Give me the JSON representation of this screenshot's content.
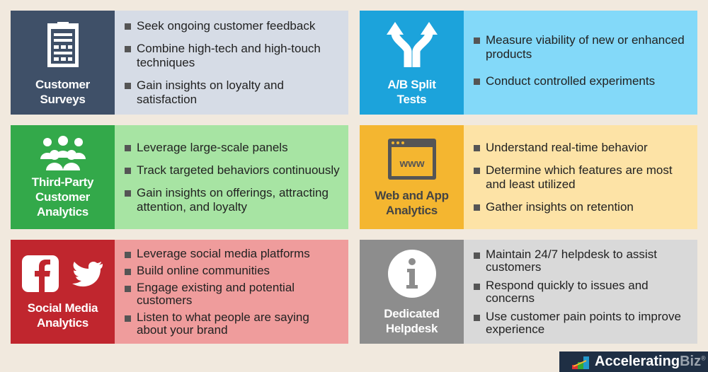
{
  "cards": [
    {
      "title": "Customer\nSurveys",
      "icon": "clipboard-icon",
      "color": "#3f5068",
      "light": "#d6dce6",
      "items": [
        "Seek ongoing customer feedback",
        "Combine high-tech and high-touch techniques",
        "Gain insights on loyalty and satisfaction"
      ]
    },
    {
      "title": "A/B Split\nTests",
      "icon": "split-arrow-icon",
      "color": "#1ca3db",
      "light": "#83d9f9",
      "items": [
        "Measure viability of new or enhanced products",
        "Conduct controlled experiments"
      ]
    },
    {
      "title": "Third-Party\nCustomer\nAnalytics",
      "icon": "people-group-icon",
      "color": "#33a94a",
      "light": "#a7e4a3",
      "items": [
        "Leverage large-scale panels",
        "Track targeted behaviors continuously",
        "Gain insights on offerings, attracting attention, and loyalty"
      ]
    },
    {
      "title": "Web and App\nAnalytics",
      "icon": "browser-www-icon",
      "color": "#f4b630",
      "light": "#fde3a6",
      "dark_text": "#444",
      "items": [
        "Understand real-time behavior",
        "Determine which features are most and least utilized",
        "Gather insights on retention"
      ]
    },
    {
      "title": "Social Media\nAnalytics",
      "icon": "facebook-twitter-icon",
      "color": "#c0262e",
      "light": "#ef9c9c",
      "items": [
        "Leverage social media platforms",
        "Build online communities",
        "Engage existing and potential customers",
        "Listen to what people are saying about your brand"
      ]
    },
    {
      "title": "Dedicated\nHelpdesk",
      "icon": "info-icon",
      "color": "#8d8d8d",
      "light": "#d9d9d9",
      "items": [
        "Maintain 24/7 helpdesk to assist customers",
        "Respond quickly to issues and concerns",
        "Use customer pain points to improve experience"
      ]
    }
  ],
  "logo": {
    "main": "Accelerating",
    "accent": "Biz",
    "mark": "®"
  }
}
